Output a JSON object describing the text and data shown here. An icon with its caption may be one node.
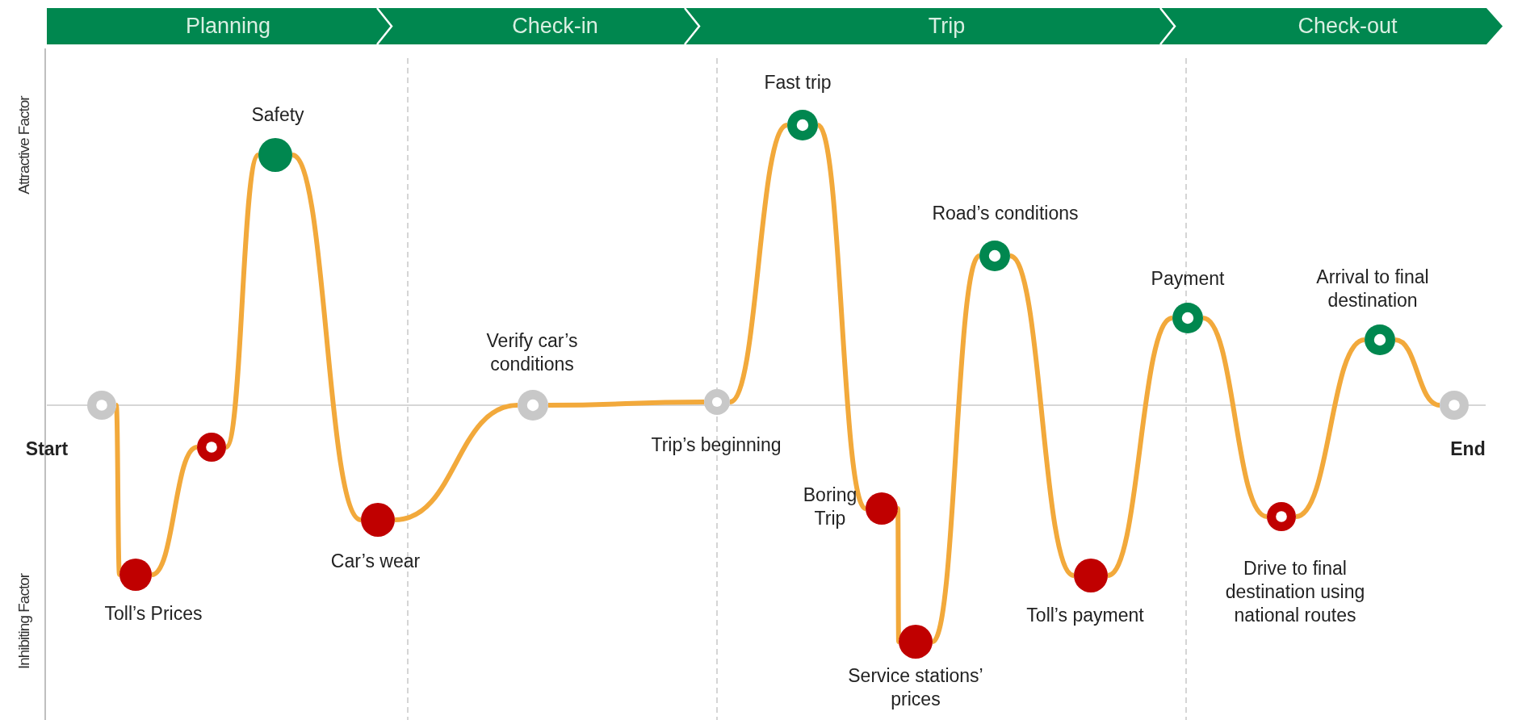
{
  "diagram": {
    "nodes": [
      {
        "text": [
          "Planning"
        ]
      },
      {
        "text": [
          "Check-in"
        ]
      },
      {
        "text": [
          "Trip"
        ]
      },
      {
        "text": [
          "Check-out"
        ]
      },
      {
        "text": [],
        "shape": "circle",
        "beside": [
          "Start"
        ]
      },
      {
        "text": [],
        "shape": "circle",
        "beside": [
          "Toll’s Prices"
        ]
      },
      {
        "text": [],
        "shape": "circle"
      },
      {
        "text": [],
        "shape": "circle",
        "beside": [
          "Safety"
        ]
      },
      {
        "text": [],
        "shape": "circle",
        "beside": [
          "Car’s wear"
        ]
      },
      {
        "text": [],
        "shape": "circle",
        "beside": [
          "Verify car’s conditions"
        ]
      },
      {
        "text": [],
        "shape": "circle",
        "beside": [
          "Trip’s beginning"
        ]
      },
      {
        "text": [],
        "shape": "circle",
        "beside": [
          "Fast trip"
        ]
      },
      {
        "text": [],
        "shape": "circle",
        "beside": [
          "Boring Trip"
        ]
      },
      {
        "text": [],
        "shape": "circle",
        "beside": [
          "Service stations’ prices"
        ]
      },
      {
        "text": [],
        "shape": "circle",
        "beside": [
          "Road’s conditions"
        ]
      },
      {
        "text": [],
        "shape": "circle",
        "beside": [
          "Toll’s payment"
        ]
      },
      {
        "text": [],
        "shape": "circle",
        "beside": [
          "Payment"
        ]
      },
      {
        "text": [],
        "shape": "circle",
        "beside": [
          "Drive to final destination using national routes"
        ]
      },
      {
        "text": [],
        "shape": "circle",
        "beside": [
          "Arrival to final destination"
        ]
      },
      {
        "text": [],
        "shape": "circle",
        "beside": [
          "End"
        ]
      }
    ],
    "edges": [
      {
        "from": 4,
        "to": 5,
        "arrow": "none"
      },
      {
        "from": 5,
        "to": 6,
        "arrow": "none"
      },
      {
        "from": 6,
        "to": 7,
        "arrow": "none"
      },
      {
        "from": 7,
        "to": 8,
        "arrow": "none"
      },
      {
        "from": 8,
        "to": 9,
        "arrow": "none"
      },
      {
        "from": 9,
        "to": 10,
        "arrow": "none"
      },
      {
        "from": 10,
        "to": 11,
        "arrow": "none"
      },
      {
        "from": 11,
        "to": 12,
        "arrow": "none"
      },
      {
        "from": 12,
        "to": 13,
        "arrow": "none"
      },
      {
        "from": 13,
        "to": 14,
        "arrow": "none"
      },
      {
        "from": 14,
        "to": 15,
        "arrow": "none"
      },
      {
        "from": 15,
        "to": 16,
        "arrow": "none"
      },
      {
        "from": 16,
        "to": 17,
        "arrow": "none"
      },
      {
        "from": 17,
        "to": 18,
        "arrow": "none"
      },
      {
        "from": 18,
        "to": 19,
        "arrow": "none"
      }
    ],
    "labels": [
      "Attractive Factor",
      "Inhibiting Factor"
    ]
  }
}
